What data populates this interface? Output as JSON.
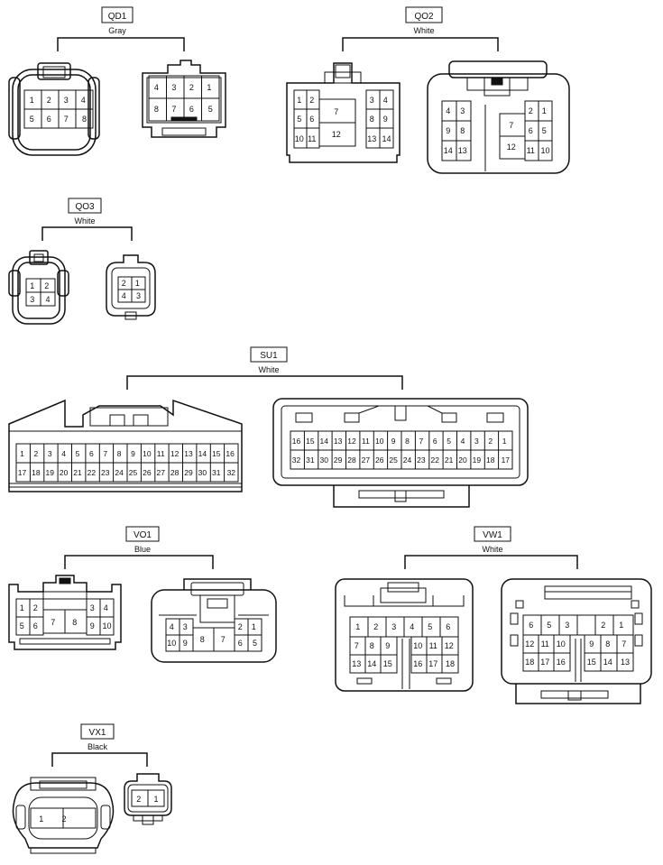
{
  "connectors": [
    {
      "code": "QD1",
      "color": "Gray",
      "left_pins": [
        [
          "1",
          "2",
          "3",
          "4"
        ],
        [
          "5",
          "6",
          "7",
          "8"
        ]
      ],
      "right_pins": [
        [
          "4",
          "3",
          "2",
          "1"
        ],
        [
          "8",
          "7",
          "6",
          "5"
        ]
      ]
    },
    {
      "code": "QO2",
      "color": "White",
      "left_pins": {
        "col_a": [
          [
            "1",
            "2"
          ],
          [
            "5",
            "6"
          ],
          [
            "10",
            "11"
          ]
        ],
        "center": [
          "7",
          "12"
        ],
        "col_b": [
          [
            "3",
            "4"
          ],
          [
            "8",
            "9"
          ],
          [
            "13",
            "14"
          ]
        ]
      },
      "right_pins": {
        "col_a": [
          [
            "4",
            "3"
          ],
          [
            "9",
            "8"
          ],
          [
            "14",
            "13"
          ]
        ],
        "center": [
          "7",
          "12"
        ],
        "col_b": [
          [
            "2",
            "1"
          ],
          [
            "6",
            "5"
          ],
          [
            "11",
            "10"
          ]
        ]
      }
    },
    {
      "code": "QO3",
      "color": "White",
      "left_pins": [
        [
          "1",
          "2"
        ],
        [
          "3",
          "4"
        ]
      ],
      "right_pins": [
        [
          "2",
          "1"
        ],
        [
          "4",
          "3"
        ]
      ]
    },
    {
      "code": "SU1",
      "color": "White",
      "left_pins": [
        [
          "1",
          "2",
          "3",
          "4",
          "5",
          "6",
          "7",
          "8",
          "9",
          "10",
          "11",
          "12",
          "13",
          "14",
          "15",
          "16"
        ],
        [
          "17",
          "18",
          "19",
          "20",
          "21",
          "22",
          "23",
          "24",
          "25",
          "26",
          "27",
          "28",
          "29",
          "30",
          "31",
          "32"
        ]
      ],
      "right_pins": [
        [
          "16",
          "15",
          "14",
          "13",
          "12",
          "11",
          "10",
          "9",
          "8",
          "7",
          "6",
          "5",
          "4",
          "3",
          "2",
          "1"
        ],
        [
          "32",
          "31",
          "30",
          "29",
          "28",
          "27",
          "26",
          "25",
          "24",
          "23",
          "22",
          "21",
          "20",
          "19",
          "18",
          "17"
        ]
      ]
    },
    {
      "code": "VO1",
      "color": "Blue",
      "left_pins": {
        "col_a": [
          [
            "1",
            "2"
          ],
          [
            "5",
            "6"
          ]
        ],
        "center": [
          "7",
          "8"
        ],
        "col_b": [
          [
            "3",
            "4"
          ],
          [
            "9",
            "10"
          ]
        ]
      },
      "right_pins": {
        "col_a": [
          [
            "4",
            "3"
          ],
          [
            "10",
            "9"
          ]
        ],
        "center": [
          "8",
          "7"
        ],
        "col_b": [
          [
            "2",
            "1"
          ],
          [
            "6",
            "5"
          ]
        ]
      }
    },
    {
      "code": "VW1",
      "color": "White",
      "left_pins": {
        "block_a": [
          [
            "1",
            "2",
            "3"
          ],
          [
            "7",
            "8",
            "9"
          ],
          [
            "13",
            "14",
            "15"
          ]
        ],
        "center": "4",
        "block_b": [
          [
            "5",
            "6"
          ],
          [
            "10",
            "11",
            "12"
          ],
          [
            "16",
            "17",
            "18"
          ]
        ]
      },
      "right_pins": {
        "block_a": [
          [
            "6",
            "5"
          ],
          [
            "12",
            "11",
            "10"
          ],
          [
            "18",
            "17",
            "16"
          ]
        ],
        "center": "3",
        "block_b": [
          [
            "2",
            "1"
          ],
          [
            "9",
            "8",
            "7"
          ],
          [
            "15",
            "14",
            "13"
          ]
        ]
      }
    },
    {
      "code": "VX1",
      "color": "Black",
      "left_pins": [
        "1",
        "2"
      ],
      "right_pins": [
        "2",
        "1"
      ]
    }
  ]
}
